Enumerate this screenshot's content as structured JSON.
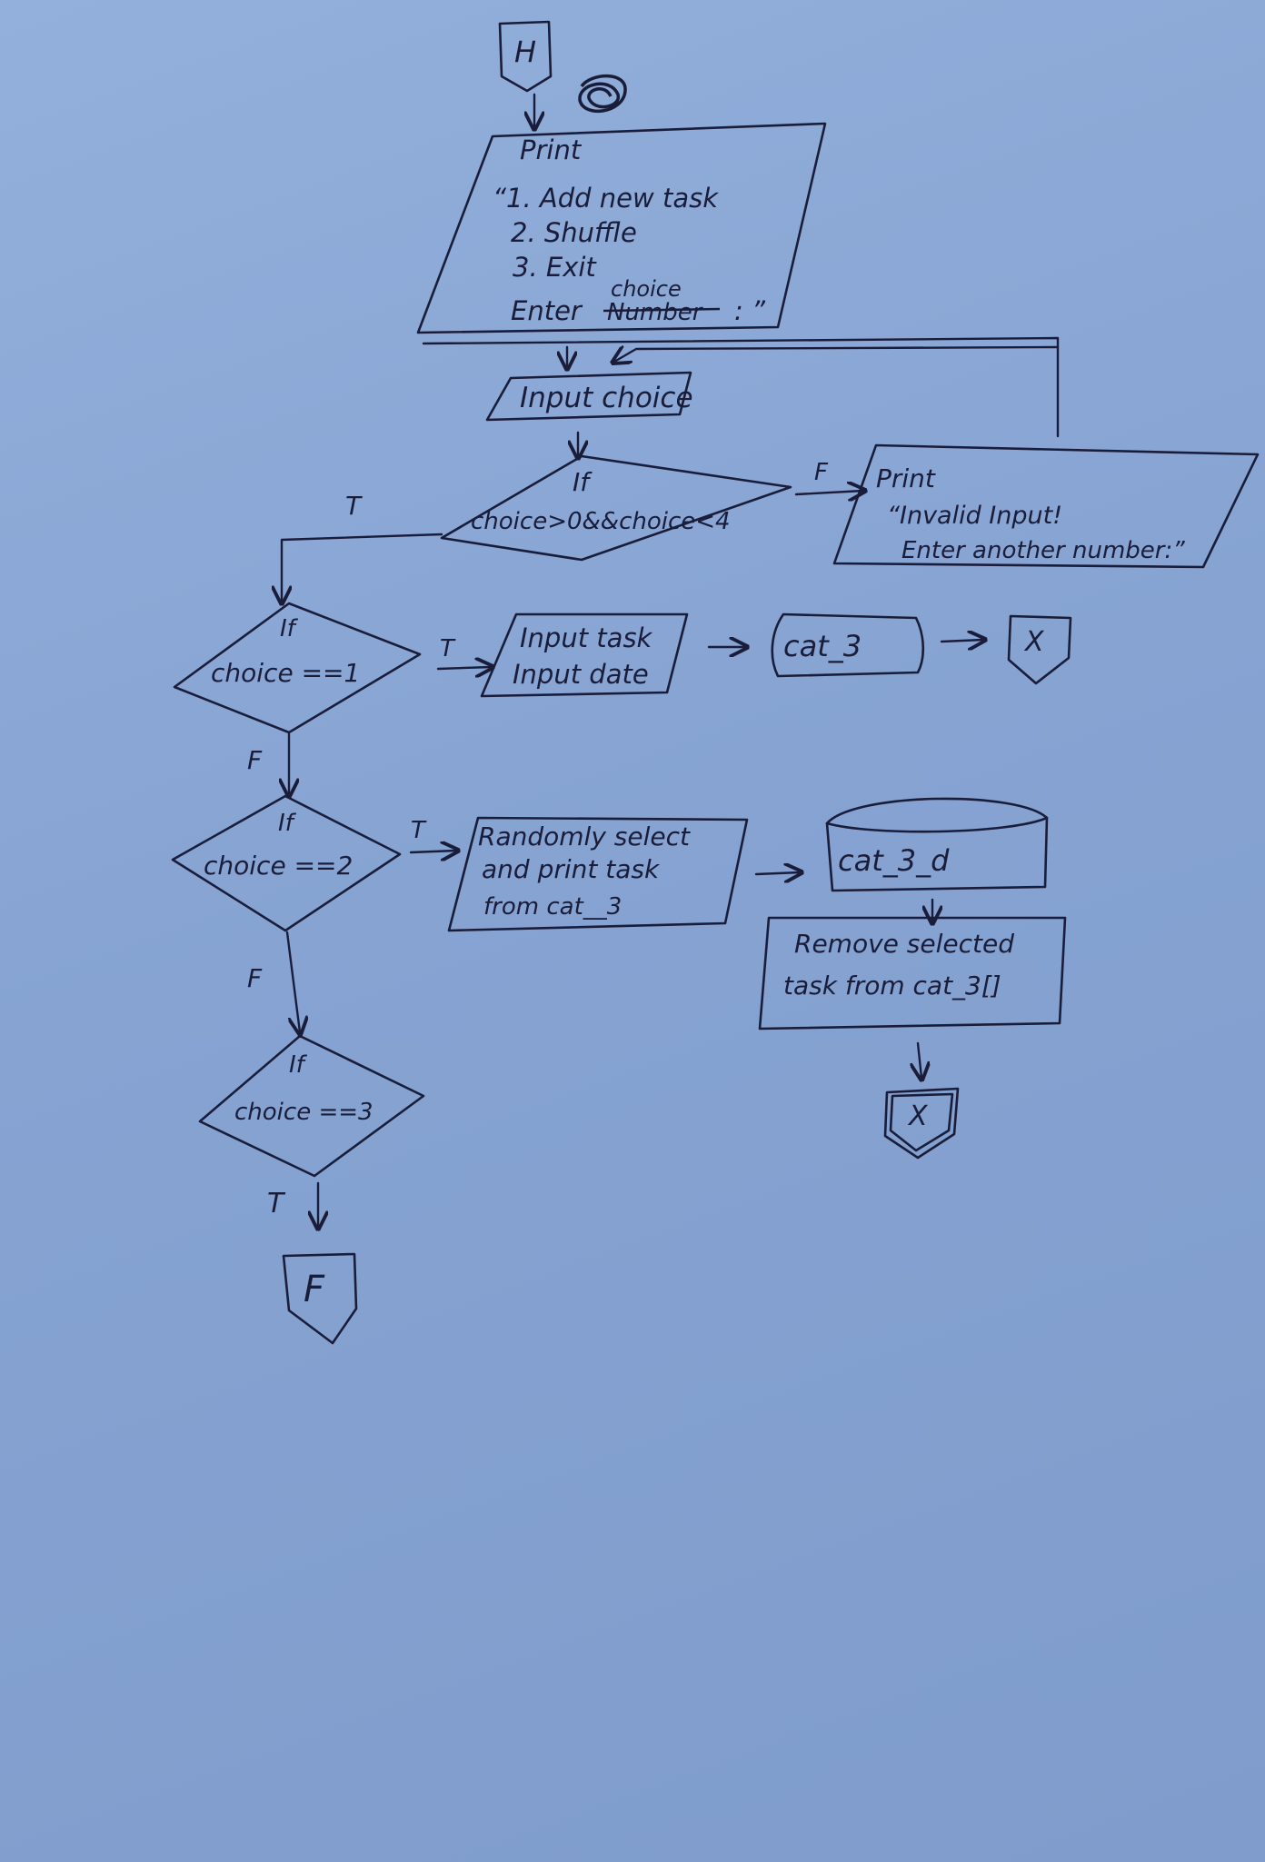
{
  "nodes": {
    "start": {
      "label": "H"
    },
    "print_menu": {
      "lines": [
        "Print",
        "“1. Add new task",
        "2. Shuffle",
        "3. Exit"
      ],
      "enter_prefix": "Enter",
      "struck_word": "Number",
      "replacement_word": "choice",
      "enter_suffix": ": ”"
    },
    "input_choice": {
      "label": "Input choice"
    },
    "decision_valid": {
      "if": "If",
      "condition": "choice>0&&choice<4"
    },
    "print_invalid": {
      "lines": [
        "Print",
        "“Invalid Input!",
        "Enter another number:”"
      ]
    },
    "decision_1": {
      "if": "If",
      "condition": "choice ==1"
    },
    "input_task": {
      "lines": [
        "Input task",
        "Input date"
      ]
    },
    "store_cat3": {
      "label": "cat_3"
    },
    "connector_x1": {
      "label": "X"
    },
    "decision_2": {
      "if": "If",
      "condition": "choice ==2"
    },
    "random_select": {
      "lines": [
        "Randomly select",
        "and print task",
        "from cat__3"
      ]
    },
    "store_cat3_d": {
      "label": "cat_3_d"
    },
    "remove_task": {
      "lines": [
        "Remove selected",
        "task from cat_3[]"
      ]
    },
    "connector_x2": {
      "label": "X"
    },
    "decision_3": {
      "if": "If",
      "condition": "choice ==3"
    },
    "end": {
      "label": "F"
    }
  },
  "edge_labels": {
    "valid_true": "T",
    "valid_false": "F",
    "d1_true": "T",
    "d1_false": "F",
    "d2_true": "T",
    "d2_false": "F",
    "d3_true": "T"
  },
  "colors": {
    "paper": "#8aa6d2",
    "ink": "#1a1d3a"
  }
}
